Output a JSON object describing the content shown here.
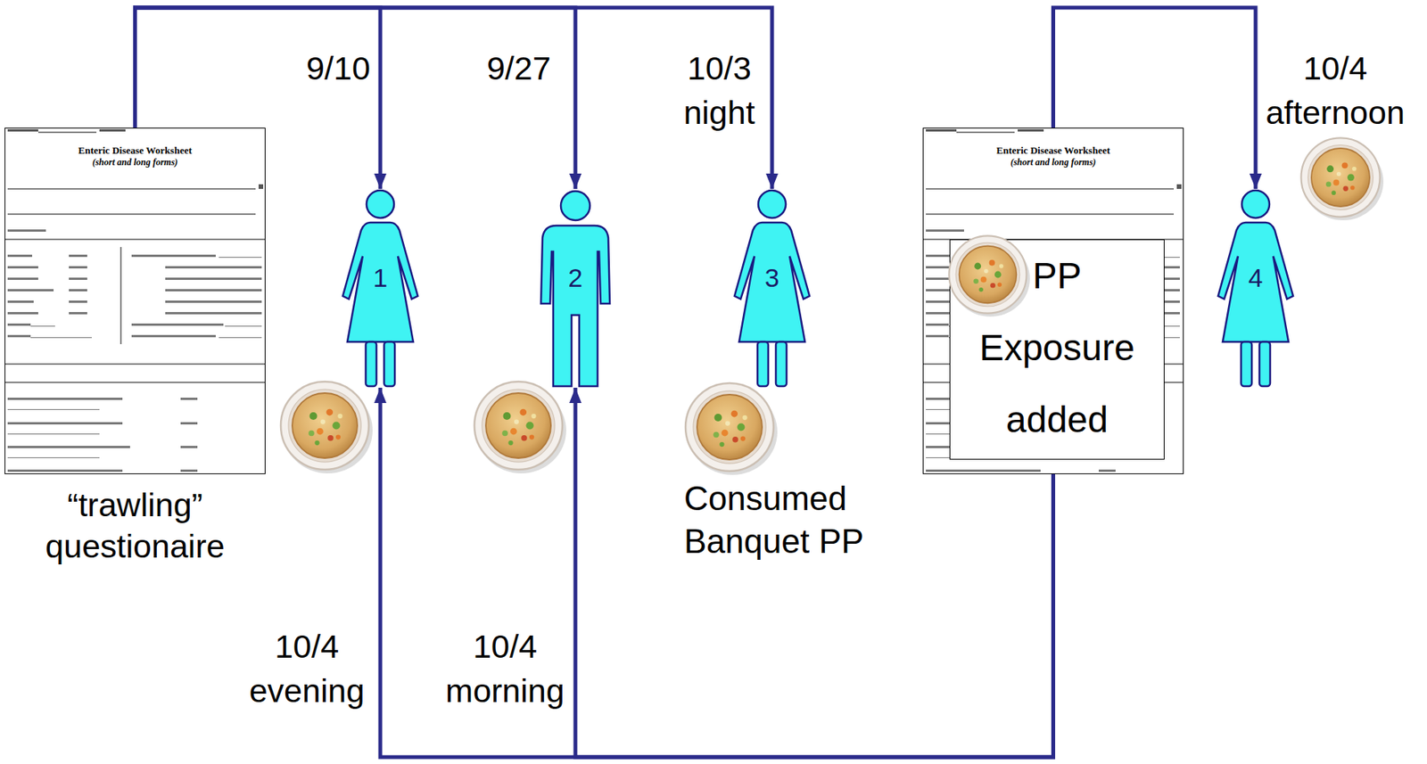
{
  "diagram": {
    "nodes": [
      {
        "text": [
          "Enteric Disease Worksheet",
          "(short and long forms)",
          "“trawling” questionaire"
        ]
      },
      {
        "text": [
          "1"
        ]
      },
      {
        "text": [
          "2"
        ]
      },
      {
        "text": [
          "3"
        ]
      },
      {
        "text": [
          "Enteric Disease Worksheet",
          "(short and long forms)"
        ]
      },
      {
        "text": [
          "PP Exposure added"
        ],
        "in": 4
      },
      {
        "text": [
          "4"
        ]
      }
    ],
    "edges": [
      {
        "from": 0,
        "to": 1,
        "arrow": "to",
        "label": "9/10"
      },
      {
        "from": 0,
        "to": 2,
        "arrow": "to",
        "label": "9/27"
      },
      {
        "from": 0,
        "to": 3,
        "arrow": "to",
        "label": "10/3 night"
      },
      {
        "from": 4,
        "to": 6,
        "arrow": "to",
        "label": "10/4 afternoon"
      },
      {
        "from": 4,
        "to": 1,
        "arrow": "to",
        "label": "10/4 evening"
      },
      {
        "from": 4,
        "to": 2,
        "arrow": "to",
        "label": "10/4 morning"
      }
    ],
    "labels": [
      "Consumed Banquet PP"
    ]
  }
}
